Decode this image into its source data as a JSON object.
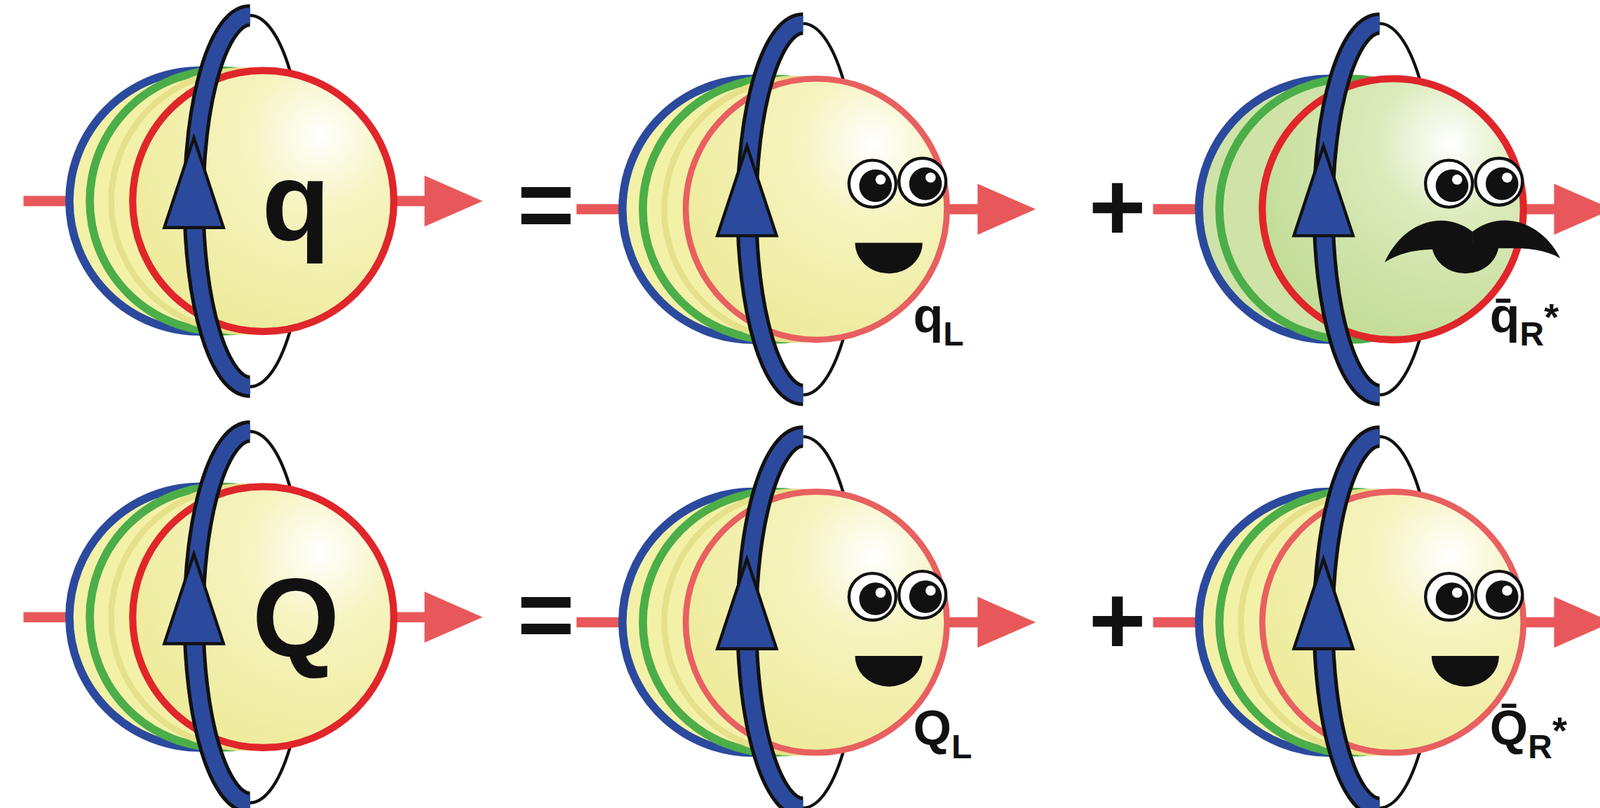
{
  "diagram": {
    "nodes": [
      {
        "text": [
          "q"
        ]
      },
      {
        "text": [
          "q",
          "L"
        ]
      },
      {
        "text": [
          "q̄",
          "R",
          "*"
        ]
      },
      {
        "text": [
          "Q"
        ]
      },
      {
        "text": [
          "Q",
          "L"
        ]
      },
      {
        "text": [
          "Q̄",
          "R",
          "*"
        ]
      }
    ],
    "labels": [
      "=",
      "+",
      "=",
      "+"
    ]
  }
}
